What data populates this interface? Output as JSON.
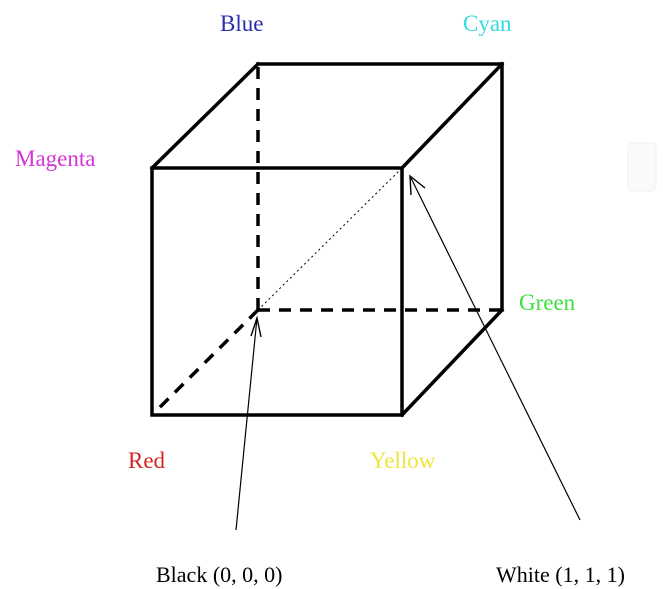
{
  "labels": {
    "blue": "Blue",
    "cyan": "Cyan",
    "magenta": "Magenta",
    "green": "Green",
    "red": "Red",
    "yellow": "Yellow",
    "black": "Black (0, 0, 0)",
    "white": "White (1, 1, 1)"
  },
  "colors": {
    "blue": "#2b2bb0",
    "cyan": "#33dbe0",
    "magenta": "#d335d8",
    "green": "#3ee03e",
    "red": "#d42525",
    "yellow": "#efe53a",
    "edge": "#000000"
  }
}
